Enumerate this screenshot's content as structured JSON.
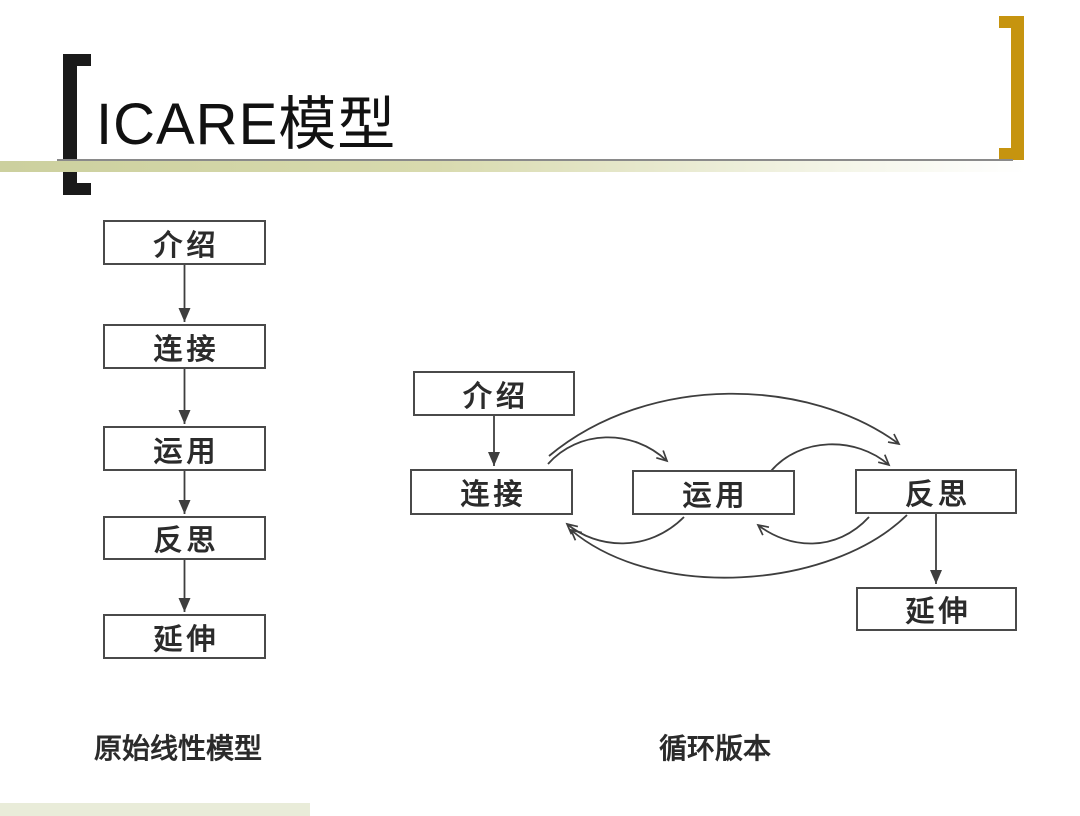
{
  "slide": {
    "title": "ICARE模型"
  },
  "theme": {
    "bracket_left_color": "#1a1a1a",
    "bracket_right_color": "#c6940f",
    "rule_gray": "#8a8a8a",
    "band_olive": "#ccd09e",
    "box_border": "#4a4a4a",
    "box_text": "#2b2b2b",
    "arrow_color": "#3e3e3e",
    "footer_band": "#e9ecd9"
  },
  "linear_model": {
    "caption": "原始线性模型",
    "nodes": [
      "介绍",
      "连接",
      "运用",
      "反思",
      "延伸"
    ]
  },
  "cyclic_model": {
    "caption": "循环版本",
    "nodes": [
      "介绍",
      "连接",
      "运用",
      "反思",
      "延伸"
    ]
  }
}
